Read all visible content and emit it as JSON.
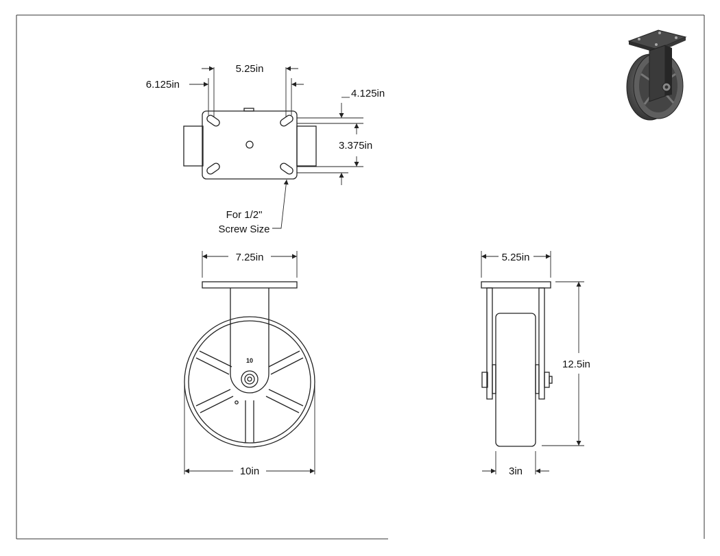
{
  "drawing": {
    "top_view": {
      "bolt_spacing_width": "5.25in",
      "plate_width": "6.125in",
      "plate_length": "4.125in",
      "bolt_spacing_length": "3.375in",
      "screw_note_line1": "For 1/2\"",
      "screw_note_line2": "Screw Size"
    },
    "front_view": {
      "plate_width": "7.25in",
      "wheel_diameter": "10in",
      "wheel_label": "10"
    },
    "side_view": {
      "plate_width": "5.25in",
      "overall_height": "12.5in",
      "wheel_width": "3in"
    }
  },
  "colors": {
    "line": "#222222",
    "background": "#ffffff",
    "render_dark": "#3a3a3a",
    "render_mid": "#6b6b6b"
  },
  "icons": {
    "arrowhead": "dimension-arrow-icon",
    "iso_render": "caster-render-icon"
  }
}
